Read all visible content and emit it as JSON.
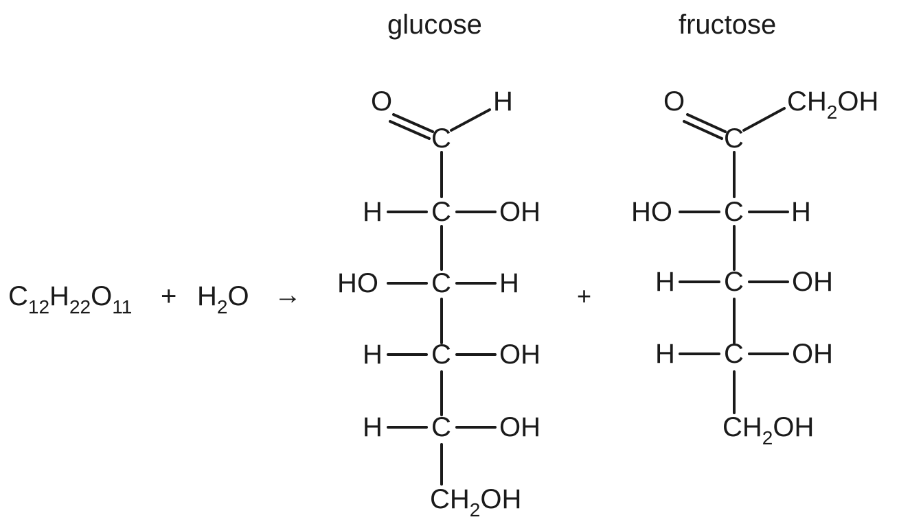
{
  "equation": {
    "reactant_1": {
      "C": "C",
      "C_sub": "12",
      "H": "H",
      "H_sub": "22",
      "O": "O",
      "O_sub": "11"
    },
    "plus_1": "+",
    "reactant_2": {
      "H": "H",
      "H_sub": "2",
      "O": "O"
    },
    "arrow": "→",
    "plus_2": "+"
  },
  "glucose": {
    "title": "glucose",
    "top_O": "O",
    "top_H": "H",
    "c1": "C",
    "c2": {
      "left": "H",
      "center": "C",
      "right": "OH"
    },
    "c3": {
      "left": "HO",
      "center": "C",
      "right": "H"
    },
    "c4": {
      "left": "H",
      "center": "C",
      "right": "OH"
    },
    "c5": {
      "left": "H",
      "center": "C",
      "right": "OH"
    },
    "bottom": {
      "CH": "CH",
      "sub": "2",
      "OH": "OH"
    }
  },
  "fructose": {
    "title": "fructose",
    "top_O": "O",
    "top_right": {
      "CH": "CH",
      "sub": "2",
      "OH": "OH"
    },
    "c2": "C",
    "c3": {
      "left": "HO",
      "center": "C",
      "right": "H"
    },
    "c4": {
      "left": "H",
      "center": "C",
      "right": "OH"
    },
    "c5": {
      "left": "H",
      "center": "C",
      "right": "OH"
    },
    "bottom": {
      "CH": "CH",
      "sub": "2",
      "OH": "OH"
    }
  },
  "colors": {
    "ink": "#1a1a1a",
    "background": "#ffffff"
  }
}
